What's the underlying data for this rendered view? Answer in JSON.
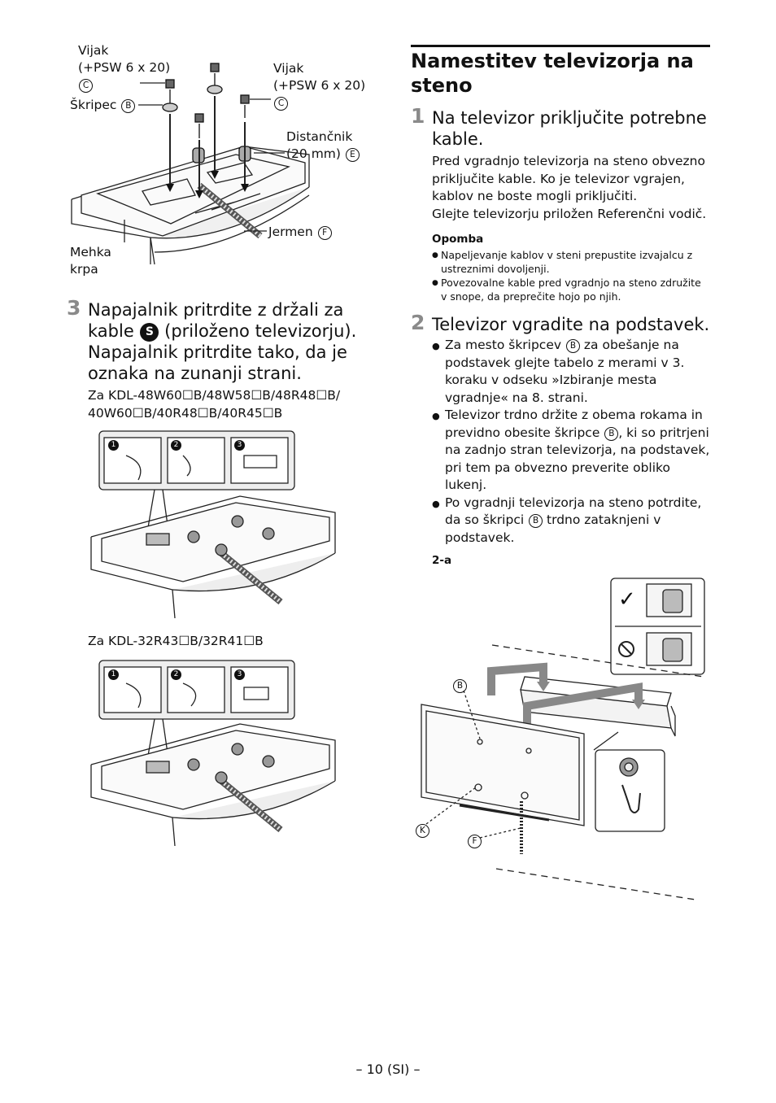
{
  "fig1": {
    "screw_label_left": "Vijak\n(+PSW 6 x 20)",
    "screw_label_right": "Vijak\n(+PSW 6 x 20)",
    "screw_marker": "C",
    "bracket_label": "Škripec",
    "bracket_marker": "B",
    "spacer_label": "Distančnik\n(20 mm)",
    "spacer_marker": "E",
    "belt_label": "Jermen",
    "belt_marker": "F",
    "cloth_label": "Mehka\nkrpa"
  },
  "step3": {
    "num": "3",
    "text_a": "Napajalnik pritrdite z držali za kable",
    "holder_marker": "S",
    "text_b": "(priloženo televizorju). Napajalnik pritrdite tako, da je oznaka na zunanji strani.",
    "models_a": "Za KDL-48W60☐B/48W58☐B/48R48☐B/\n40W60☐B/40R48☐B/40R45☐B",
    "models_b": "Za KDL-32R43☐B/32R41☐B",
    "sub_steps": [
      "1",
      "2",
      "3"
    ]
  },
  "section": {
    "title": "Namestitev televizorja na steno"
  },
  "step1": {
    "num": "1",
    "title": "Na televizor priključite potrebne kable.",
    "body": "Pred vgradnjo televizorja na steno obvezno priključite kable. Ko je televizor vgrajen, kablov ne boste mogli priključiti.\nGlejte televizorju priložen Referenčni vodič.",
    "note_heading": "Opomba",
    "notes": [
      "Napeljevanje kablov v steni prepustite izvajalcu z ustreznimi dovoljenji.",
      "Povezovalne kable pred vgradnjo na steno združite v snope, da preprečite hojo po njih."
    ]
  },
  "step2": {
    "num": "2",
    "title": "Televizor vgradite na podstavek.",
    "bullets": [
      {
        "pre": "Za mesto škripcev",
        "marker": "B",
        "post": "za obešanje na podstavek glejte tabelo z merami v 3. koraku v odseku »Izbiranje mesta vgradnje« na 8. strani."
      },
      {
        "pre": "Televizor trdno držite z obema rokama in previdno obesite škripce",
        "marker": "B",
        "post": ", ki so pritrjeni na zadnjo stran televizorja, na podstavek, pri tem pa obvezno preverite obliko lukenj."
      },
      {
        "pre": "Po vgradnji televizorja na steno potrdite, da so škripci",
        "marker": "B",
        "post": "trdno zataknjeni v podstavek."
      }
    ],
    "figure_label": "2-a",
    "figure_markers": [
      "B",
      "K",
      "F"
    ],
    "ok_symbol": "✓"
  },
  "footer": {
    "page": "– 10 (SI) –"
  }
}
